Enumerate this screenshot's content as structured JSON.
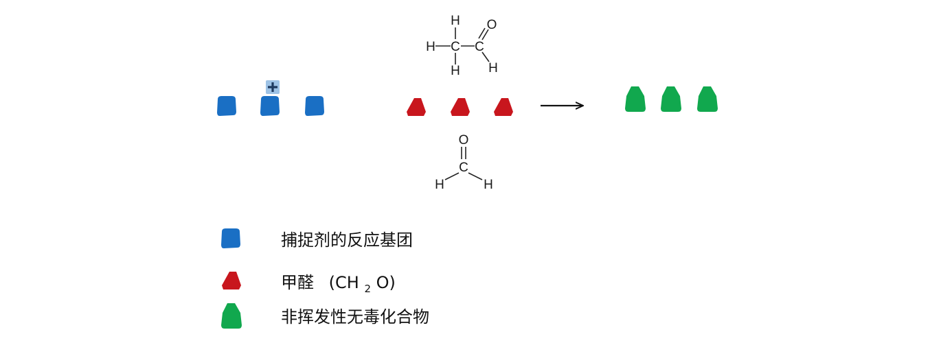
{
  "colors": {
    "scavenger": "#1a6fc4",
    "formaldehyde": "#c8161d",
    "product": "#11a84e",
    "plus_mark": "#1e3a5f",
    "plus_bg": "#9ec3e6"
  },
  "acetaldehyde": {
    "atoms": {
      "h_top": "H",
      "h_left": "H",
      "h_bottom": "H",
      "c1": "C",
      "c2": "C",
      "o": "O",
      "h_right": "H"
    }
  },
  "formaldehyde_structure": {
    "atoms": {
      "o": "O",
      "c": "C",
      "h_left": "H",
      "h_right": "H"
    }
  },
  "reaction": {
    "reactant_a_count": 3,
    "reactant_b_count": 3,
    "product_count": 3,
    "arrow_icon": "right-arrow-icon"
  },
  "legend": {
    "items": [
      {
        "icon": "scavenger-group-icon",
        "label": "捕捉剂的反应基团"
      },
      {
        "icon": "formaldehyde-icon",
        "label_main": "甲醛",
        "label_formula_pre": "(CH",
        "label_formula_sub": "2",
        "label_formula_post": "O)"
      },
      {
        "icon": "non-volatile-compound-icon",
        "label": "非挥发性无毒化合物"
      }
    ]
  }
}
